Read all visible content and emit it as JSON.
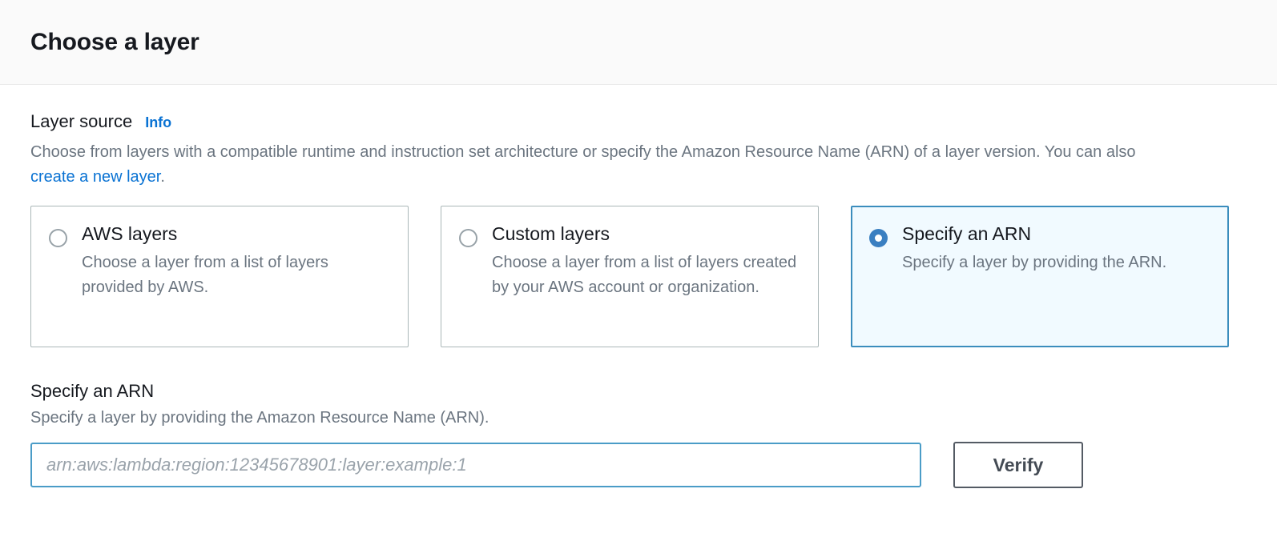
{
  "header": {
    "title": "Choose a layer"
  },
  "layer_source": {
    "label": "Layer source",
    "info_label": "Info",
    "description_part1": "Choose from layers with a compatible runtime and instruction set architecture or specify the Amazon Resource Name (ARN) of a layer version. You can also ",
    "description_link": "create a new layer",
    "description_part2": ".",
    "options": [
      {
        "title": "AWS layers",
        "description": "Choose a layer from a list of layers provided by AWS.",
        "selected": false
      },
      {
        "title": "Custom layers",
        "description": "Choose a layer from a list of layers created by your AWS account or organization.",
        "selected": false
      },
      {
        "title": "Specify an ARN",
        "description": "Specify a layer by providing the ARN.",
        "selected": true
      }
    ]
  },
  "arn_section": {
    "heading": "Specify an ARN",
    "subtext": "Specify a layer by providing the Amazon Resource Name (ARN).",
    "input_placeholder": "arn:aws:lambda:region:12345678901:layer:example:1",
    "input_value": "",
    "verify_label": "Verify"
  },
  "colors": {
    "accent_blue": "#0972d3",
    "selected_border": "#3b8dbd",
    "selected_bg": "#f1faff",
    "radio_checked": "#3a7fc1",
    "input_focus_border": "#4a9cc7",
    "button_border": "#545b64",
    "text_primary": "#16191f",
    "text_secondary": "#6b7580"
  }
}
